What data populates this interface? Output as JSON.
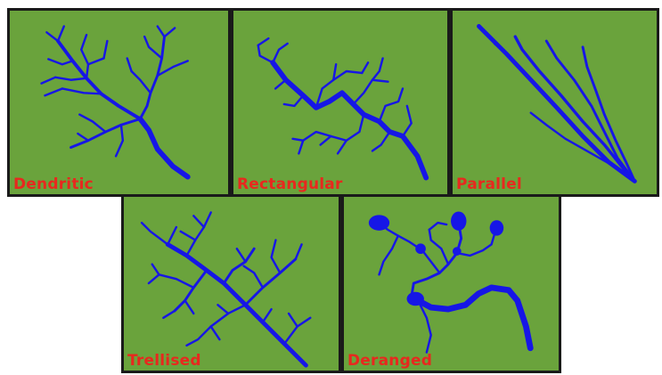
{
  "panels": [
    {
      "label": "Dendritic"
    },
    {
      "label": "Rectangular"
    },
    {
      "label": "Parallel"
    },
    {
      "label": "Trellised"
    },
    {
      "label": "Deranged"
    }
  ],
  "colors": {
    "background": "#6aa33c",
    "river": "#1616e6",
    "label": "#e8281e",
    "border": "#1a1a1a"
  }
}
